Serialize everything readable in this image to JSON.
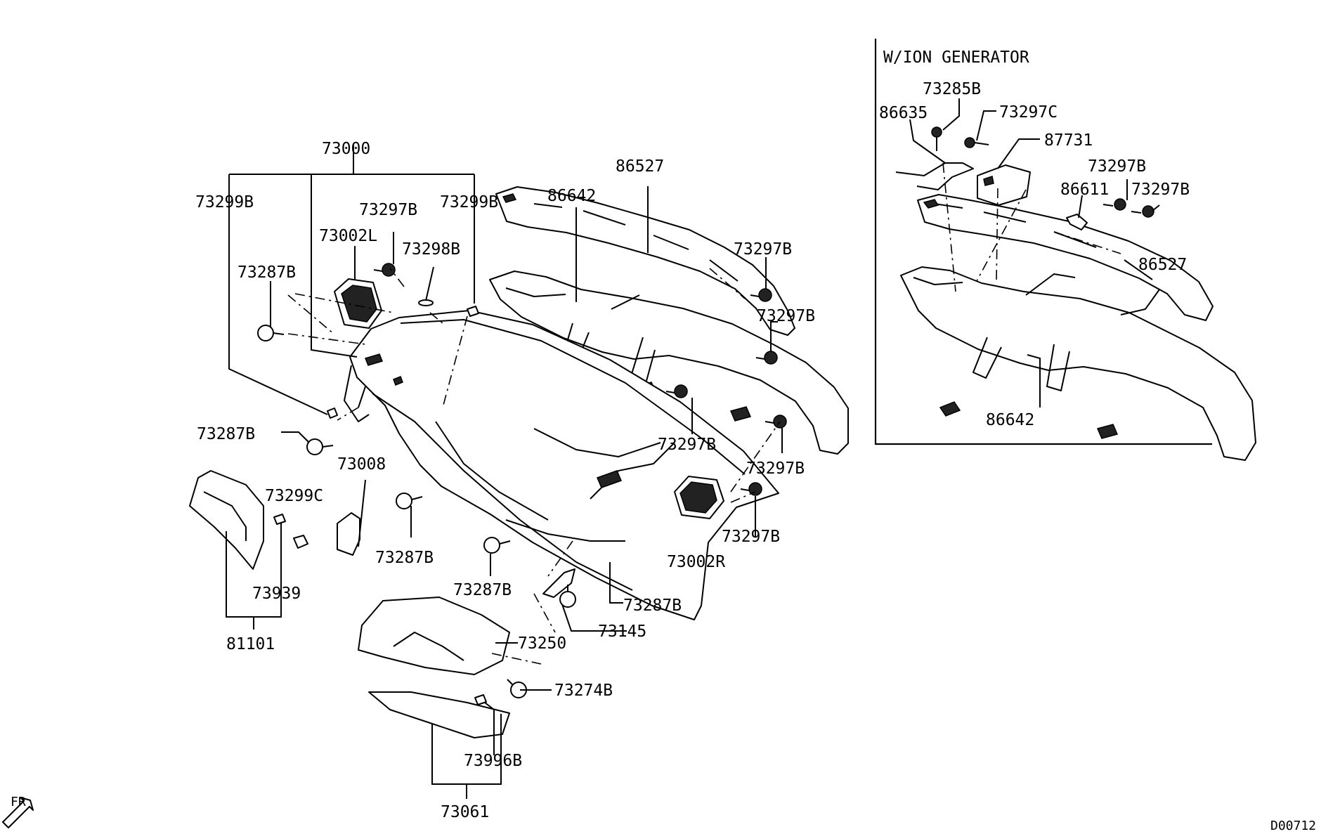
{
  "inset": {
    "title": "W/ION GENERATOR",
    "labels": [
      "73285B",
      "86635",
      "73297C",
      "87731",
      "73297B",
      "86611",
      "73297B",
      "86527",
      "86642"
    ]
  },
  "main_labels": [
    "73000",
    "73299B",
    "73299B",
    "73297B",
    "73002L",
    "73298B",
    "73287B",
    "86527",
    "86642",
    "73297B",
    "73297B",
    "73287B",
    "73297B",
    "73297B",
    "73008",
    "73299C",
    "73287B",
    "73002R",
    "73297B",
    "73939",
    "73287B",
    "73287B",
    "73145",
    "81101",
    "73250",
    "73274B",
    "73996B",
    "73061"
  ],
  "orientation_marker": "FR",
  "diagram_code": "D00712"
}
